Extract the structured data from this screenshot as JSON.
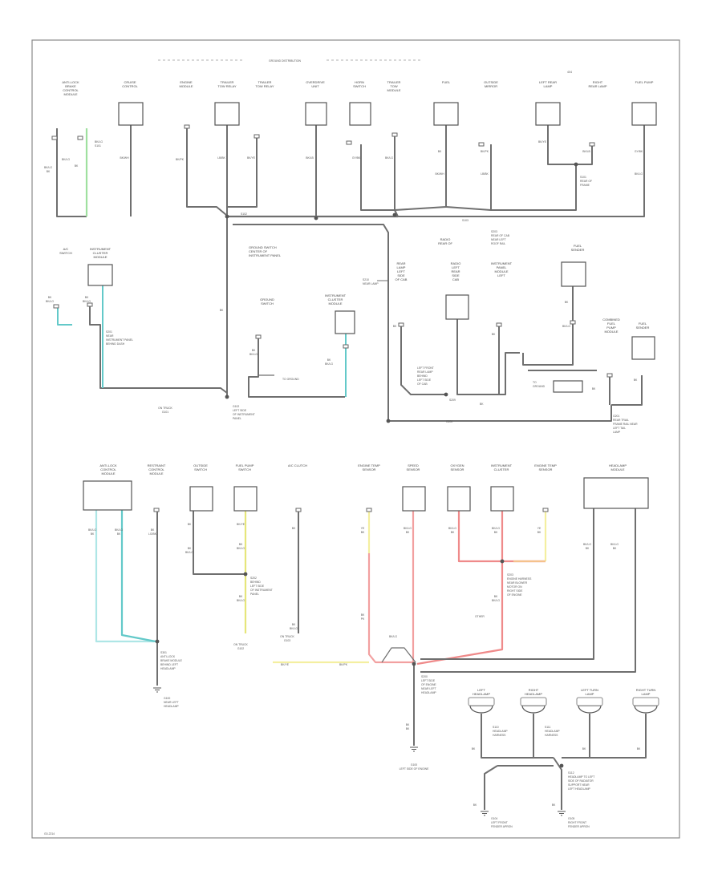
{
  "page": {
    "header_label": "GROUND DISTRIBUTION",
    "corner_label": "4X4",
    "footer_code": "G0-2214"
  },
  "colors": {
    "wire_gray": "#6f6f6f",
    "wire_green": "#9fe09f",
    "wire_cyan": "#63c9c9",
    "wire_lightcyan": "#aee6e6",
    "wire_yellow": "#e6e67a",
    "wire_lightyellow": "#f4efa0",
    "wire_pink": "#f2a0a0",
    "wire_red": "#ef8a8a",
    "wire_orange": "#f5c28c"
  },
  "icons": [
    "ground-symbol-icon",
    "splice-dot-icon",
    "connector-box-icon",
    "lamp-icon"
  ],
  "labels": {
    "top_components": [
      "ANTI-LOCK BRAKE CONTROL MODULE",
      "CRUISE CONTROL",
      "ENGINE MODULE",
      "TRAILER TOW RELAY",
      "TRAILER TOW RELAY",
      "OVERDRIVE UNIT",
      "HORN SWITCH",
      "TRAILER TOW MODULE",
      "FUEL",
      "OUTSIDE MIRROR",
      "LEFT REAR LAMP",
      "RIGHT REAR LAMP",
      "FUEL PUMP"
    ],
    "middle_components": [
      "A/C SWITCH",
      "INSTRUMENT CLUSTER",
      "GROUND SWITCH",
      "INSTRUMENT CLUSTER",
      "REAR LAMP",
      "RADIO",
      "INSTRUMENT PANEL",
      "FUEL SENDER",
      "MODULE",
      "FUEL SENDER"
    ],
    "bottom_components": [
      "ANTI-LOCK CONTROL MODULE",
      "RESTRAINT CONTROL MODULE",
      "OUTSIDE SWITCH",
      "FUEL PUMP SWITCH",
      "A/C CLUTCH",
      "ENGINE TEMP SENSOR",
      "SPEED SENSOR",
      "OXYGEN SENSOR",
      "INSTRUMENT CLUSTER",
      "ENGINE TEMP SENSOR",
      "HEADLAMP MODULE"
    ],
    "lamps": [
      "LEFT HEADLAMP",
      "RIGHT HEADLAMP",
      "LEFT TURN LAMP",
      "RIGHT TURN LAMP"
    ],
    "wire_codes": [
      "BK/LG",
      "BK",
      "BK/WH",
      "BK/PK",
      "LB/BK",
      "BK/YE",
      "BK/LB",
      "GY/BK"
    ],
    "splice_notes": [
      "S101",
      "S102",
      "S103",
      "S201",
      "S202",
      "S203",
      "S301"
    ],
    "ground_notes": [
      "G100",
      "G101",
      "G102",
      "G103",
      "G200",
      "G201",
      "G202"
    ],
    "misc": [
      "ON TRUCK",
      "LEFT SIDE OF ENGINE COMPARTMENT",
      "NEAR LEFT HEADLAMP",
      "BEHIND INSTRUMENT PANEL",
      "REAR OF FRAME",
      "REAR OF CAB",
      "LEFT SIDE OF ENGINE"
    ]
  }
}
